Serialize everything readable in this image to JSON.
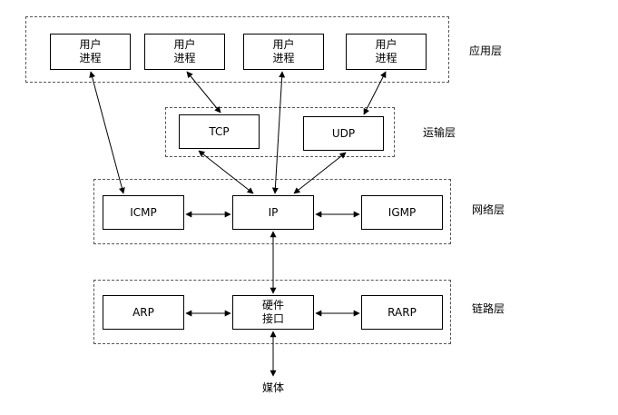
{
  "layers": {
    "application": "应用层",
    "transport": "运输层",
    "network": "网络层",
    "link": "链路层"
  },
  "processes": [
    {
      "line1": "用户",
      "line2": "进程"
    },
    {
      "line1": "用户",
      "line2": "进程"
    },
    {
      "line1": "用户",
      "line2": "进程"
    },
    {
      "line1": "用户",
      "line2": "进程"
    }
  ],
  "transport_nodes": {
    "tcp": "TCP",
    "udp": "UDP"
  },
  "network_nodes": {
    "icmp": "ICMP",
    "ip": "IP",
    "igmp": "IGMP"
  },
  "link_nodes": {
    "arp": "ARP",
    "hw_line1": "硬件",
    "hw_line2": "接口",
    "rarp": "RARP"
  },
  "media": "媒体"
}
